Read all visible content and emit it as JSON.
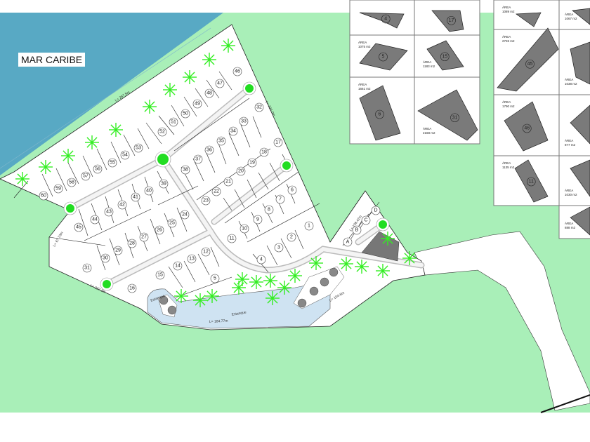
{
  "map": {
    "sea_label": "MAR CARIBE",
    "colors": {
      "sea": "#58a9c4",
      "land": "#a9efb8",
      "lot": "#ffffff",
      "tree": "#33ee22",
      "water": "#cfe3f2",
      "detail_fill": "#7a7a7a"
    },
    "lots": [
      "1",
      "2",
      "3",
      "4",
      "5",
      "6",
      "7",
      "8",
      "9",
      "10",
      "11",
      "12",
      "13",
      "14",
      "15",
      "16",
      "17",
      "18",
      "19",
      "20",
      "21",
      "22",
      "23",
      "24",
      "25",
      "26",
      "27",
      "28",
      "29",
      "30",
      "31",
      "32",
      "33",
      "34",
      "35",
      "36",
      "37",
      "38",
      "39",
      "40",
      "41",
      "42",
      "43",
      "44",
      "45",
      "46",
      "47",
      "48",
      "49",
      "50",
      "51",
      "52",
      "53",
      "54",
      "55",
      "56",
      "57",
      "58",
      "59",
      "60"
    ],
    "commercial_lots": [
      "A",
      "B",
      "C",
      "D"
    ],
    "dimensions": [
      "L= 267.5m",
      "L= 324.0m",
      "L= 67.73m",
      "L= 227.1m",
      "L= 184.77m",
      "L= 104.6m",
      "L= 108.42m"
    ],
    "water_labels": [
      "Estanque",
      "Estanque"
    ],
    "lot_details": [
      {
        "lot": "4",
        "area_label": "",
        "area": ""
      },
      {
        "lot": "17",
        "area_label": "",
        "area": ""
      },
      {
        "lot": "5",
        "area_label": "ÁREA",
        "area": "1075 m2"
      },
      {
        "lot": "15",
        "area_label": "ÁREA",
        "area": "1183 m2"
      },
      {
        "lot": "6",
        "area_label": "ÁREA",
        "area": "1661 m2"
      },
      {
        "lot": "31",
        "area_label": "ÁREA",
        "area": "2168 m2"
      },
      {
        "lot": "",
        "area_label": "ÁREA",
        "area": "1089 m2"
      },
      {
        "lot": "",
        "area_label": "ÁREA",
        "area": "1067 m2"
      },
      {
        "lot": "45",
        "area_label": "ÁREA",
        "area": "2726 m2"
      },
      {
        "lot": "",
        "area_label": "ÁREA",
        "area": "1038 m2"
      },
      {
        "lot": "46",
        "area_label": "ÁREA",
        "area": "1790 m2"
      },
      {
        "lot": "",
        "area_label": "ÁREA",
        "area": "877 m2"
      },
      {
        "lot": "11",
        "area_label": "ÁREA",
        "area": "1135 m2"
      },
      {
        "lot": "",
        "area_label": "ÁREA",
        "area": "1030 m2"
      },
      {
        "lot": "",
        "area_label": "ÁREA",
        "area": "888 m2"
      }
    ]
  }
}
